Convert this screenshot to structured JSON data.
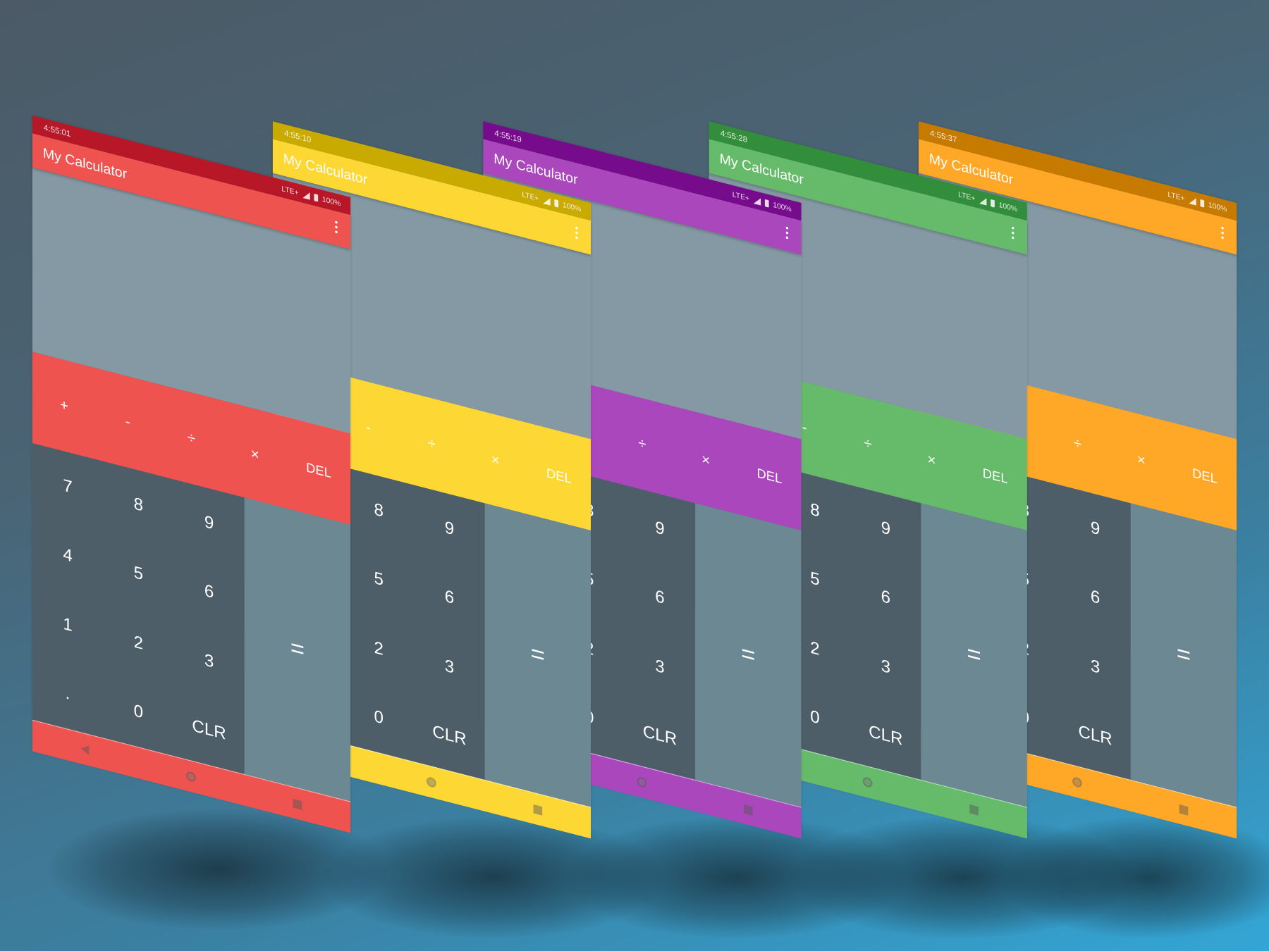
{
  "app_title": "My Calculator",
  "status": {
    "network": "LTE+",
    "battery": "100%"
  },
  "operators": [
    "+",
    "-",
    "÷",
    "×",
    "DEL"
  ],
  "keys": [
    "7",
    "8",
    "9",
    "4",
    "5",
    "6",
    "1",
    "2",
    "3",
    ".",
    "0",
    "CLR"
  ],
  "equals": "=",
  "colors": {
    "display": "#8499a3",
    "keypad": "#4d5e69",
    "equals": "#6b8893"
  },
  "phones": [
    {
      "time": "4:55:01",
      "primary": "#ef5350",
      "dark": "#b71727"
    },
    {
      "time": "4:55:10",
      "primary": "#fdd835",
      "dark": "#c9aa00"
    },
    {
      "time": "4:55:19",
      "primary": "#ab47bc",
      "dark": "#760b8c"
    },
    {
      "time": "4:55:28",
      "primary": "#66bb6a",
      "dark": "#338e3c"
    },
    {
      "time": "4:55:37",
      "primary": "#ffa726",
      "dark": "#c67a00"
    }
  ]
}
